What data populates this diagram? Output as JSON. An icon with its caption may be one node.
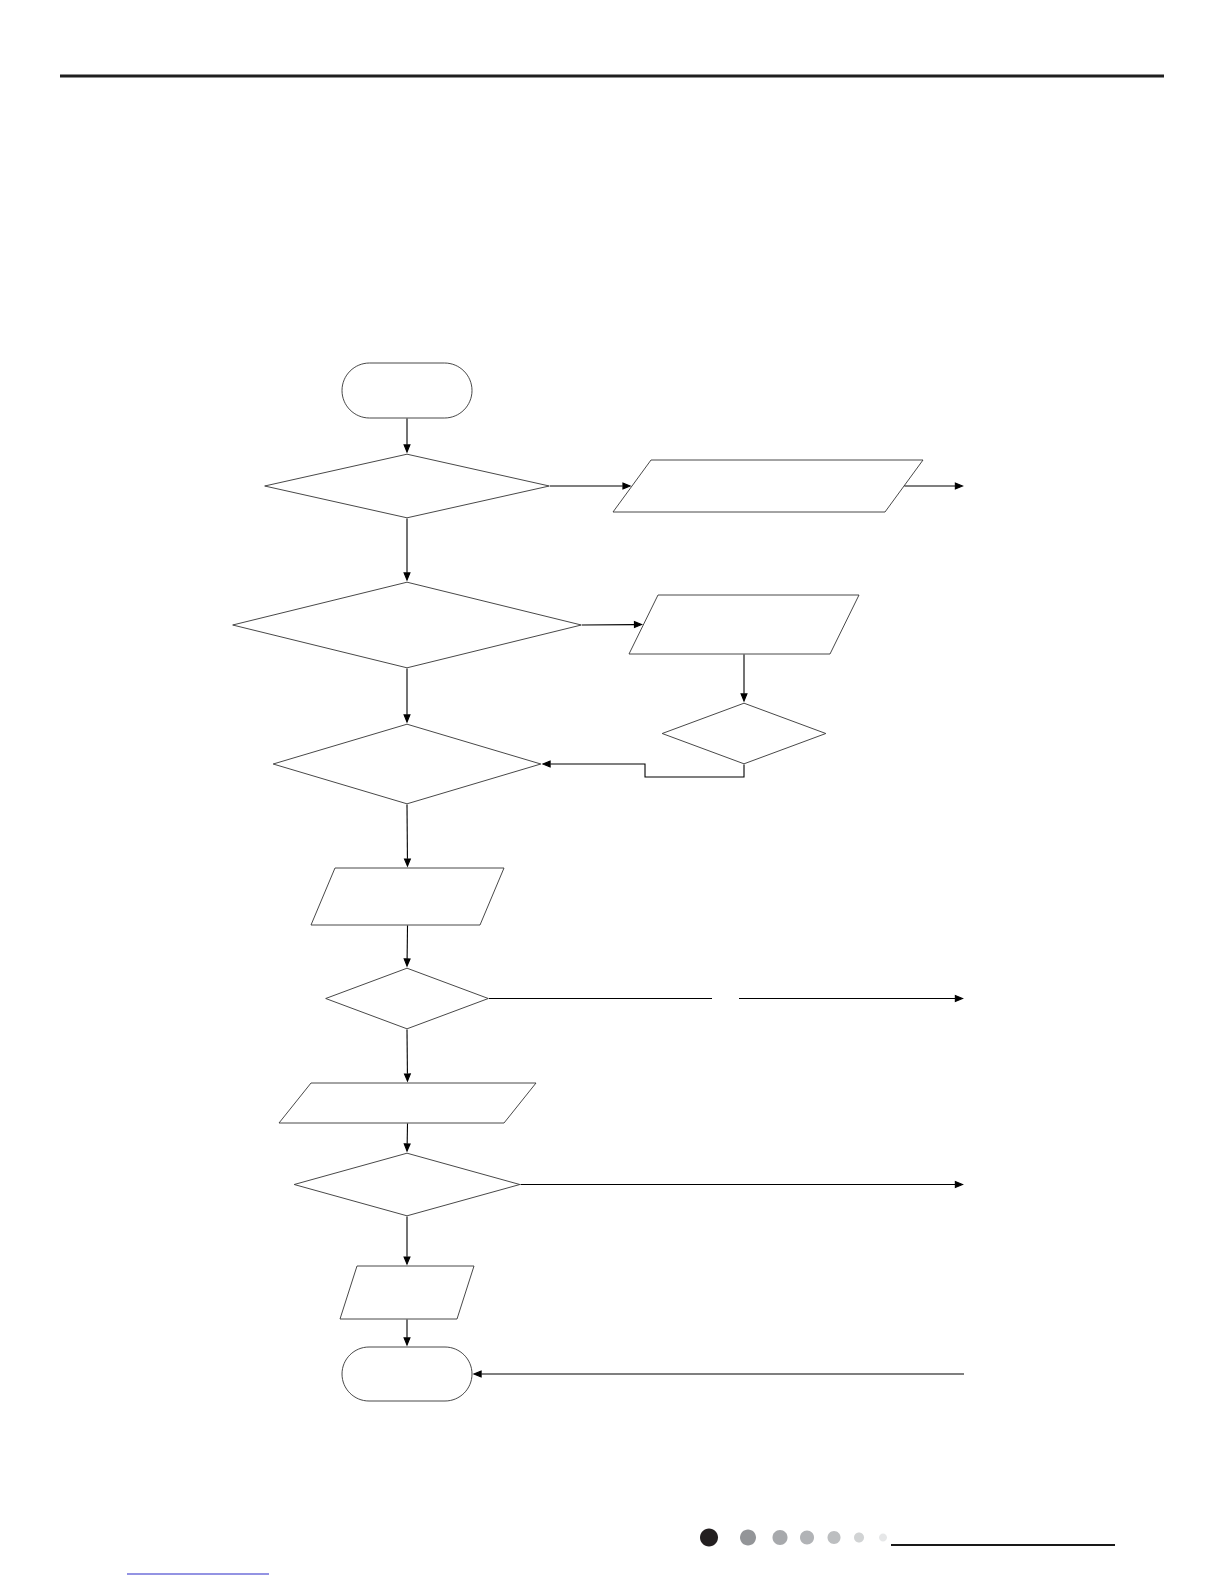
{
  "diagram": {
    "nodes": [
      {
        "text": [],
        "shape": "oval"
      },
      {
        "text": [],
        "shape": "diamond"
      },
      {
        "text": [],
        "shape": "parallelogram"
      },
      {
        "text": [],
        "shape": "diamond"
      },
      {
        "text": [],
        "shape": "parallelogram"
      },
      {
        "text": [],
        "shape": "diamond"
      },
      {
        "text": [],
        "shape": "diamond"
      },
      {
        "text": [],
        "shape": "parallelogram"
      },
      {
        "text": [],
        "shape": "diamond"
      },
      {
        "text": [],
        "shape": "parallelogram"
      },
      {
        "text": [],
        "shape": "diamond"
      },
      {
        "text": [],
        "shape": "parallelogram"
      },
      {
        "text": [],
        "shape": "oval"
      }
    ],
    "edges": [
      {
        "from": 0,
        "to": 1,
        "arrow": "to"
      },
      {
        "from": 1,
        "to": 2,
        "arrow": "to"
      },
      {
        "from": 2,
        "to": null,
        "arrow": "to"
      },
      {
        "from": 1,
        "to": 3,
        "arrow": "to"
      },
      {
        "from": 3,
        "to": 4,
        "arrow": "to"
      },
      {
        "from": 4,
        "to": 5,
        "arrow": "to"
      },
      {
        "from": 5,
        "to": 6,
        "arrow": "to"
      },
      {
        "from": 3,
        "to": 6,
        "arrow": "to"
      },
      {
        "from": 6,
        "to": 7,
        "arrow": "to"
      },
      {
        "from": 7,
        "to": 8,
        "arrow": "to"
      },
      {
        "from": 8,
        "to": null,
        "arrow": "to"
      },
      {
        "from": 8,
        "to": 9,
        "arrow": "to"
      },
      {
        "from": 9,
        "to": 10,
        "arrow": "to"
      },
      {
        "from": 10,
        "to": null,
        "arrow": "to"
      },
      {
        "from": 10,
        "to": 11,
        "arrow": "to"
      },
      {
        "from": 11,
        "to": 12,
        "arrow": "to"
      },
      {
        "from": null,
        "to": 12,
        "arrow": "to"
      }
    ]
  }
}
